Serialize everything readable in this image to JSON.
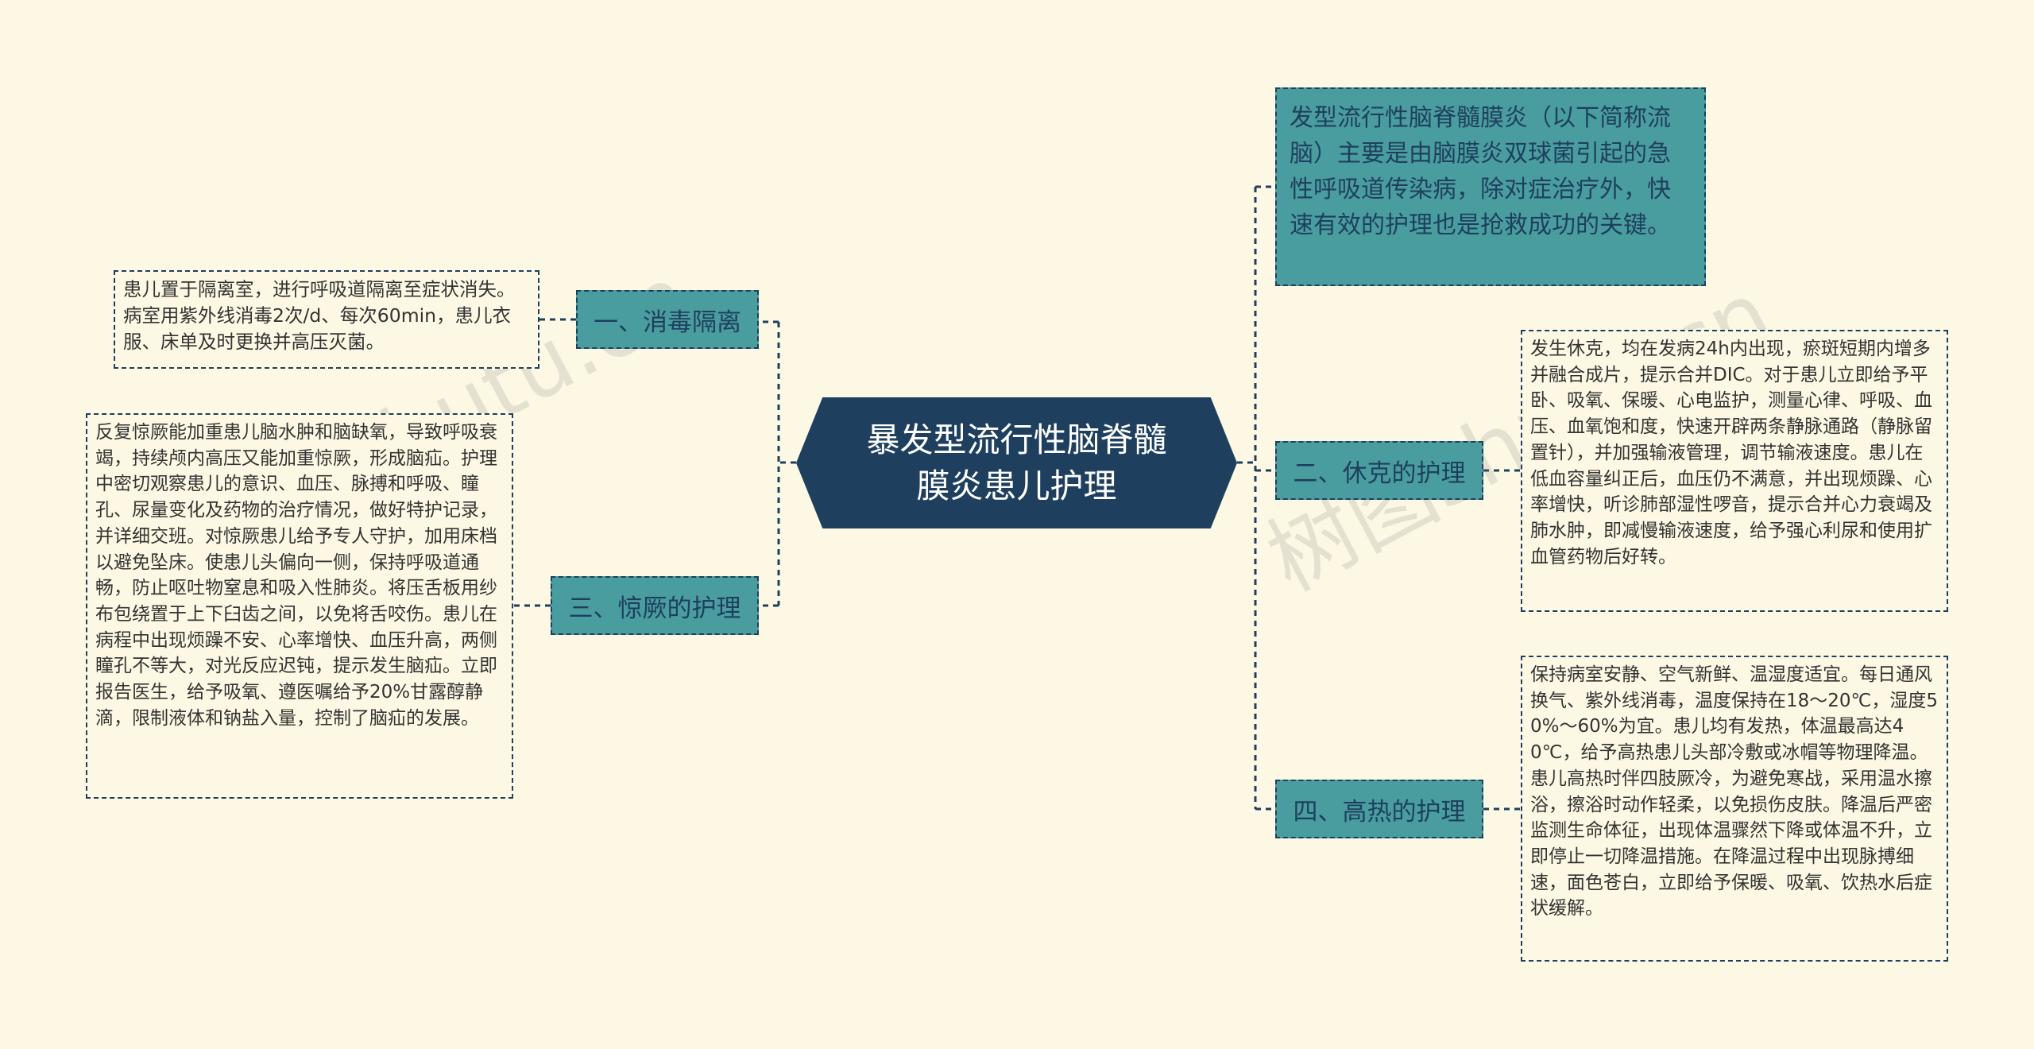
{
  "center": {
    "title": "暴发型流行性脑脊髓膜炎患儿护理"
  },
  "intro": {
    "text": "发型流行性脑脊髓膜炎（以下简称流脑）主要是由脑膜炎双球菌引起的急性呼吸道传染病，除对症治疗外，快速有效的护理也是抢救成功的关键。"
  },
  "branches": [
    {
      "label": "一、消毒隔离",
      "detail": "患儿置于隔离室，进行呼吸道隔离至症状消失。病室用紫外线消毒2次/d、每次60min，患儿衣服、床单及时更换并高压灭菌。"
    },
    {
      "label": "三、惊厥的护理",
      "detail": "反复惊厥能加重患儿脑水肿和脑缺氧，导致呼吸衰竭，持续颅内高压又能加重惊厥，形成脑疝。护理中密切观察患儿的意识、血压、脉搏和呼吸、瞳孔、尿量变化及药物的治疗情况，做好特护记录，并详细交班。对惊厥患儿给予专人守护，加用床档以避免坠床。使患儿头偏向一侧，保持呼吸道通畅，防止呕吐物窒息和吸入性肺炎。将压舌板用纱布包绕置于上下臼齿之间，以免将舌咬伤。患儿在病程中出现烦躁不安、心率增快、血压升高，两侧瞳孔不等大，对光反应迟钝，提示发生脑疝。立即报告医生，给予吸氧、遵医嘱给予20%甘露醇静滴，限制液体和钠盐入量，控制了脑疝的发展。"
    },
    {
      "label": "二、休克的护理",
      "detail": "发生休克，均在发病24h内出现，瘀斑短期内增多并融合成片，提示合并DIC。对于患儿立即给予平卧、吸氧、保暖、心电监护，测量心律、呼吸、血压、血氧饱和度，快速开辟两条静脉通路（静脉留置针），并加强输液管理，调节输液速度。患儿在低血容量纠正后，血压仍不满意，并出现烦躁、心率增快，听诊肺部湿性啰音，提示合并心力衰竭及肺水肿，即减慢输液速度，给予强心利尿和使用扩血管药物后好转。"
    },
    {
      "label": "四、高热的护理",
      "detail": "保持病室安静、空气新鲜、温湿度适宜。每日通风换气、紫外线消毒，温度保持在18～20℃，湿度50%～60%为宜。患儿均有发热，体温最高达40℃，给予高热患儿头部冷敷或冰帽等物理降温。患儿高热时伴四肢厥冷，为避免寒战，采用温水擦浴，擦浴时动作轻柔，以免损伤皮肤。降温后严密监测生命体征，出现体温骤然下降或体温不升，立即停止一切降温措施。在降温过程中出现脉搏细速，面色苍白，立即给予保暖、吸氧、饮热水后症状缓解。"
    }
  ],
  "watermark": "树图shutu.cn",
  "colors": {
    "background": "#fdf8e3",
    "center_fill": "#1e3f5e",
    "branch_fill": "#4a9d9e",
    "line": "#1e3f5e"
  }
}
